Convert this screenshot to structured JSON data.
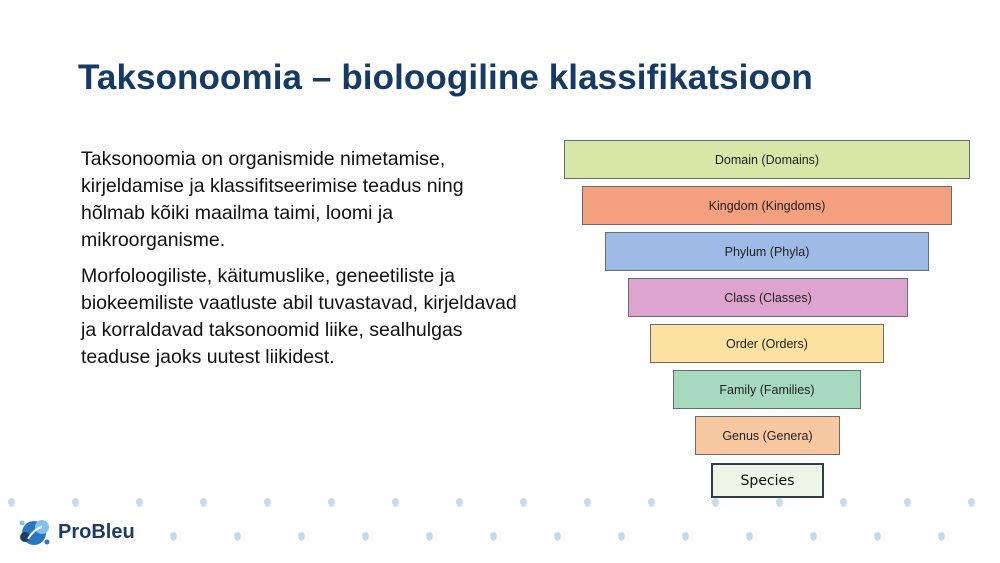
{
  "title": "Taksonoomia – bioloogiline klassifikatsioon",
  "paragraphs": [
    "Taksonoomia on organismide nimetamise, kirjeldamise ja klassifitseerimise teadus ning hõlmab kõiki maailma taimi, loomi ja mikroorganisme.",
    "Morfoloogiliste, käitumuslike, geneetiliste ja biokeemiliste vaatluste abil tuvastavad, kirjeldavad ja korraldavad taksonoomid liike, sealhulgas teaduse jaoks uutest liikidest."
  ],
  "pyramid": {
    "levels": [
      {
        "label": "Domain (Domains)",
        "color": "#d6e8a8"
      },
      {
        "label": "Kingdom (Kingdoms)",
        "color": "#f4a07e"
      },
      {
        "label": "Phylum (Phyla)",
        "color": "#9dbbe6"
      },
      {
        "label": "Class (Classes)",
        "color": "#dca4cf"
      },
      {
        "label": "Order (Orders)",
        "color": "#fbe2a1"
      },
      {
        "label": "Family (Families)",
        "color": "#a6d9bd"
      },
      {
        "label": "Genus (Genera)",
        "color": "#f8c9a1"
      },
      {
        "label": "Species",
        "color": "#eef5e6"
      }
    ]
  },
  "logo": {
    "name": "ProBleu",
    "colors": [
      "#2a77c0",
      "#7fc3ef",
      "#1d3d66"
    ]
  }
}
